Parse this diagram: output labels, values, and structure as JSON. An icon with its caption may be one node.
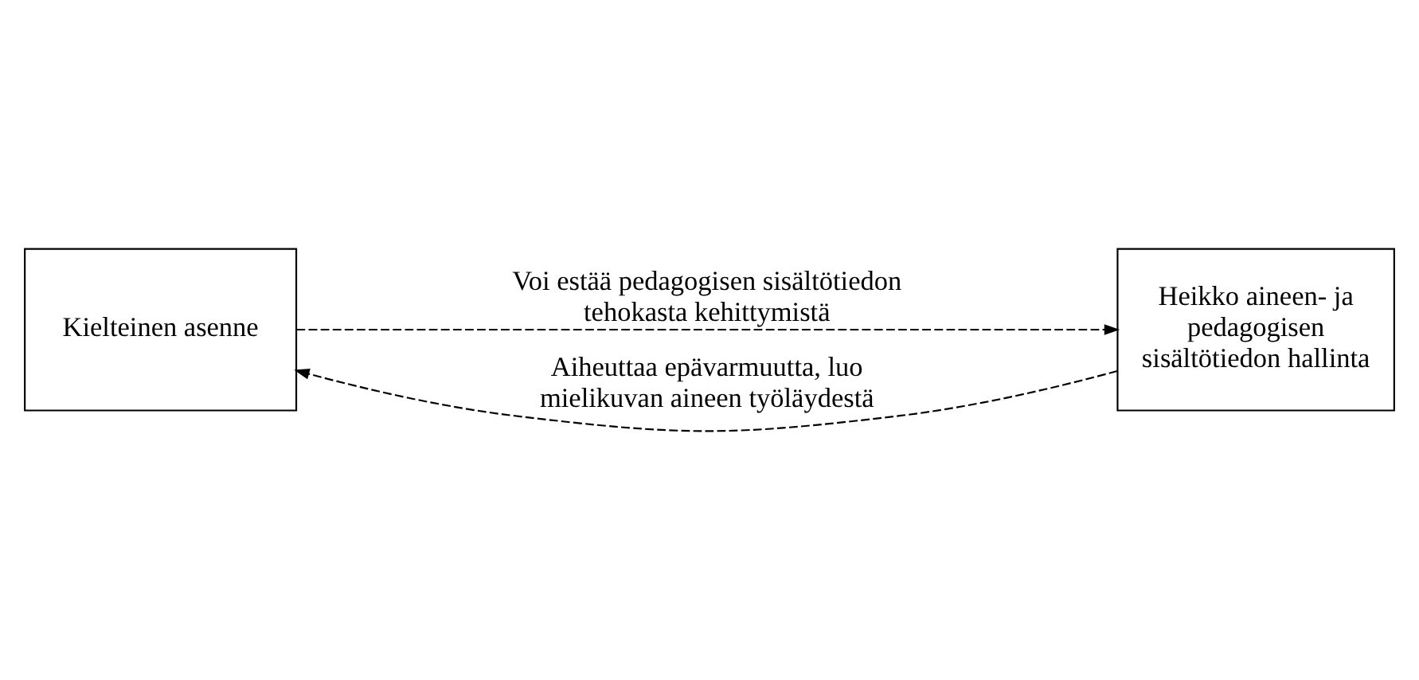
{
  "diagram": {
    "nodes": [
      {
        "text": [
          "Kielteinen asenne"
        ]
      },
      {
        "text": [
          "Heikko aineen- ja pedagogisen sisältötiedon hallinta"
        ]
      }
    ],
    "edges": [
      {
        "from": 0,
        "to": 1,
        "arrow": "to",
        "style": "dashed",
        "label": "Voi estää pedagogisen sisältötiedon tehokasta kehittymistä"
      },
      {
        "from": 1,
        "to": 0,
        "arrow": "to",
        "style": "dashed",
        "label": "Aiheuttaa epävarmuutta, luo mielikuvan aineen työläydestä"
      }
    ]
  }
}
